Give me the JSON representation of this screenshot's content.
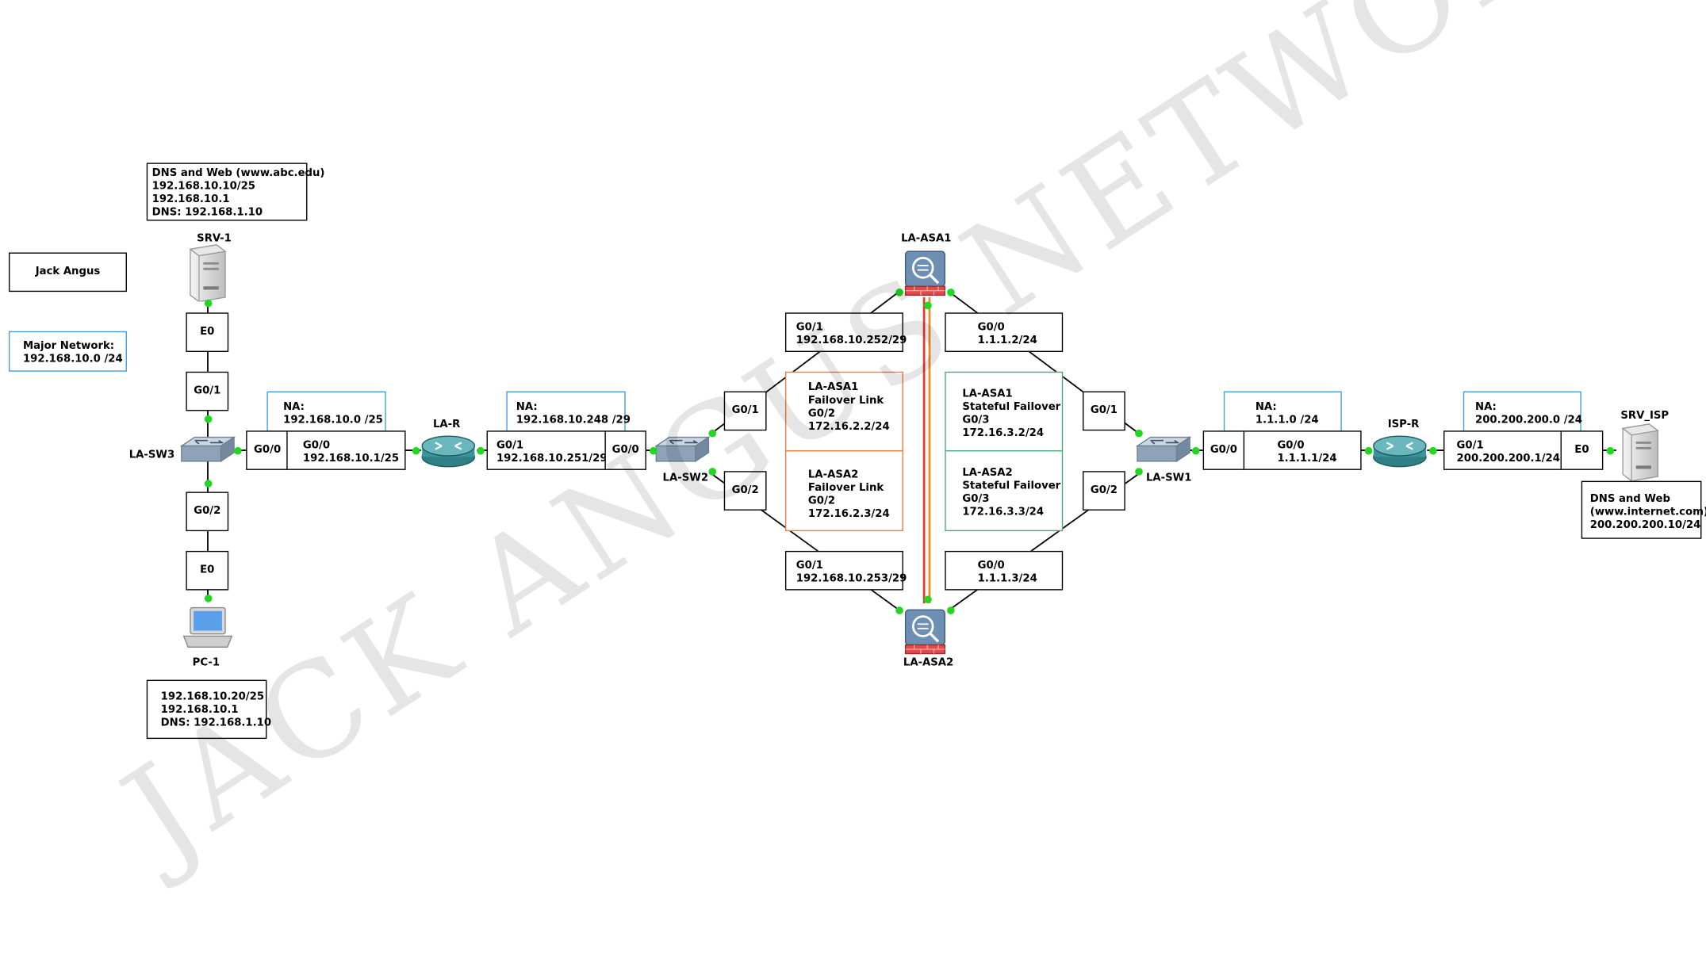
{
  "title_box": "Jack Angus",
  "major_network": {
    "label": "Major Network:",
    "value": "192.168.10.0 /24"
  },
  "watermark": "JACK ANGUS NETWORKS",
  "colors": {
    "link_dot": "#22d622",
    "na_border": "#3d9ee0",
    "failover_border": "#f07a3c",
    "stateful_border": "#4aa878",
    "state_line_red": "#e23b2b",
    "state_line_orange": "#f08a30"
  },
  "devices": {
    "srv1": "SRV-1",
    "pc1": "PC-1",
    "la_sw3": "LA-SW3",
    "la_r": "LA-R",
    "la_sw2": "LA-SW2",
    "la_asa1": "LA-ASA1",
    "la_asa2": "LA-ASA2",
    "la_sw1": "LA-SW1",
    "isp_r": "ISP-R",
    "srv_isp": "SRV_ISP"
  },
  "info": {
    "srv1": [
      "DNS and Web (www.abc.edu)",
      "192.168.10.10/25",
      "192.168.10.1",
      "DNS: 192.168.1.10"
    ],
    "pc1": [
      "192.168.10.20/25",
      "192.168.10.1",
      "DNS: 192.168.1.10"
    ],
    "srv_isp": [
      "DNS and Web",
      "(www.internet.com)",
      "200.200.200.10/24"
    ]
  },
  "na": {
    "na1": [
      "NA:",
      "192.168.10.0 /25"
    ],
    "na2": [
      "NA:",
      "192.168.10.248 /29"
    ],
    "na3": [
      "NA:",
      "1.1.1.0 /24"
    ],
    "na4": [
      "NA:",
      "200.200.200.0 /24"
    ]
  },
  "ports": {
    "srv1_e0": "E0",
    "sw3_g01": "G0/1",
    "sw3_g00": "G0/0",
    "sw3_g02": "G0/2",
    "pc1_e0": "E0",
    "lar_g00": [
      "G0/0",
      "192.168.10.1/25"
    ],
    "lar_g01": [
      "G0/1",
      "192.168.10.251/29"
    ],
    "sw2_g00": "G0/0",
    "sw2_g01": "G0/1",
    "sw2_g02": "G0/2",
    "asa1_g01": [
      "G0/1",
      "192.168.10.252/29"
    ],
    "asa1_g00": [
      "G0/0",
      "1.1.1.2/24"
    ],
    "asa2_g01": [
      "G0/1",
      "192.168.10.253/29"
    ],
    "asa2_g00": [
      "G0/0",
      "1.1.1.3/24"
    ],
    "sw1_g01": "G0/1",
    "sw1_g02": "G0/2",
    "sw1_g00": "G0/0",
    "ispr_g00": [
      "G0/0",
      "1.1.1.1/24"
    ],
    "ispr_g01": [
      "G0/1",
      "200.200.200.1/24"
    ],
    "srvisp_e0": "E0"
  },
  "failover": {
    "asa1_fo": [
      "LA-ASA1",
      "Failover Link",
      "G0/2",
      "172.16.2.2/24"
    ],
    "asa2_fo": [
      "LA-ASA2",
      "Failover Link",
      "G0/2",
      "172.16.2.3/24"
    ],
    "asa1_sf": [
      "LA-ASA1",
      "Stateful Failover",
      "G0/3",
      "172.16.3.2/24"
    ],
    "asa2_sf": [
      "LA-ASA2",
      "Stateful Failover",
      "G0/3",
      "172.16.3.3/24"
    ]
  }
}
